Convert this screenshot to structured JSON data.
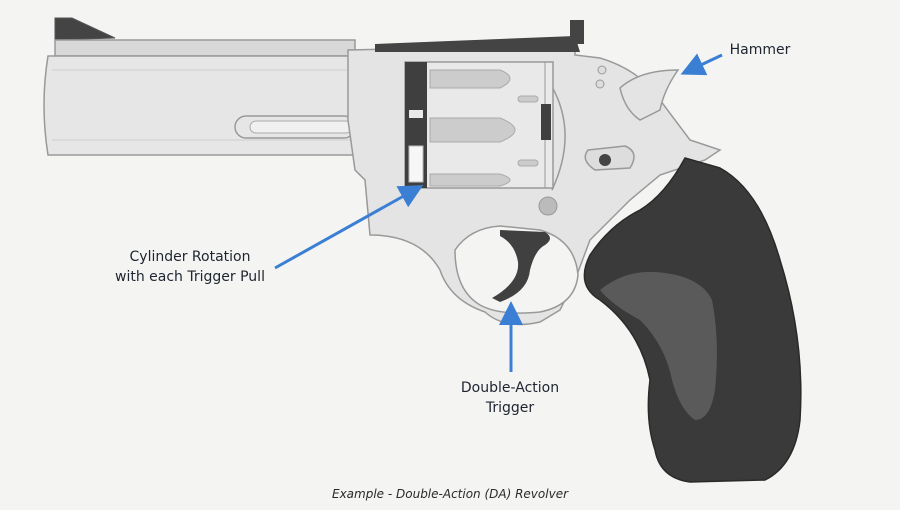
{
  "annotations": {
    "hammer": "Hammer",
    "cylinder_line1": "Cylinder Rotation",
    "cylinder_line2": "with each Trigger Pull",
    "trigger_line1": "Double-Action",
    "trigger_line2": "Trigger"
  },
  "caption": "Example - Double-Action (DA) Revolver",
  "colors": {
    "background": "#f4f4f2",
    "metal": "#e6e6e6",
    "outline": "#9a9a9a",
    "dark_metal": "#444444",
    "grip": "#3a3a3a",
    "grip_panel": "#5a5a5a",
    "arrow": "#3b7fd4"
  },
  "icons": {
    "arrows": "straight-arrow"
  }
}
